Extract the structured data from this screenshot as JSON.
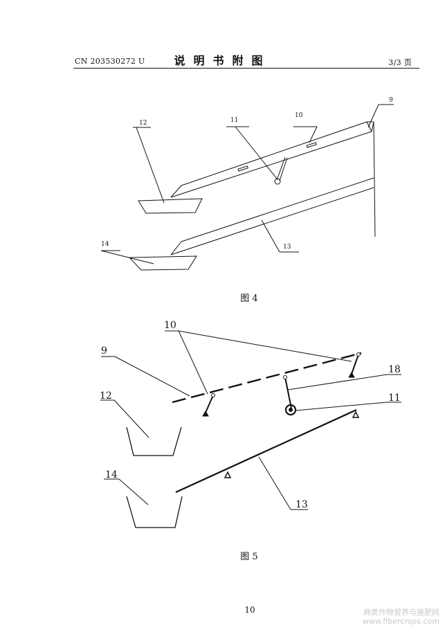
{
  "header": {
    "publication_number": "CN 203530272 U",
    "title": "说明书附图",
    "page_count": "3/3 页"
  },
  "figure4": {
    "caption": "图 4",
    "labels": {
      "l9": "9",
      "l10": "10",
      "l11": "11",
      "l12": "12",
      "l13": "13",
      "l14": "14"
    }
  },
  "figure5": {
    "caption": "图 5",
    "labels": {
      "l9": "9",
      "l10": "10",
      "l11": "11",
      "l12": "12",
      "l13": "13",
      "l14": "14",
      "l18": "18"
    }
  },
  "footer": {
    "page_number": "10",
    "watermark_cn": "麻类作物营养与施肥网",
    "watermark_url": "www.fibercrops.com"
  }
}
